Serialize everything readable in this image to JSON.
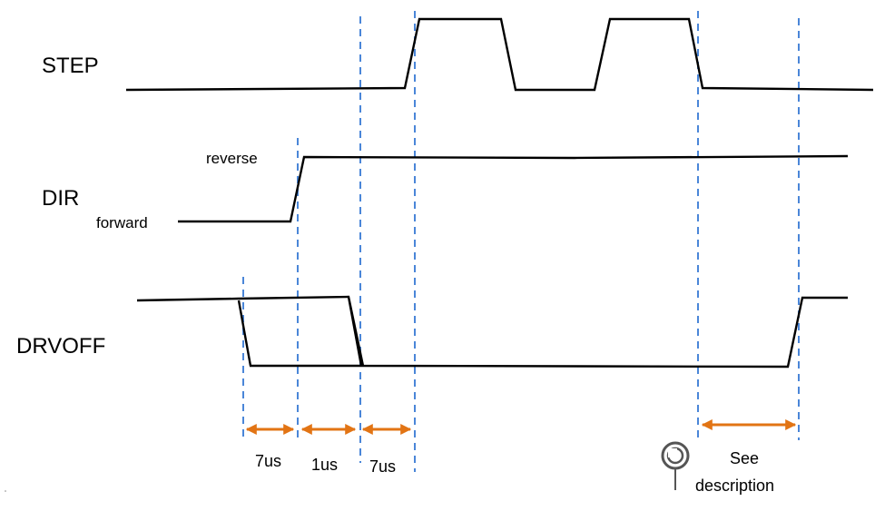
{
  "signals": {
    "step": "STEP",
    "dir": "DIR",
    "drvoff": "DRVOFF"
  },
  "dir_levels": {
    "high": "reverse",
    "low": "forward"
  },
  "timings": {
    "t1": "7us",
    "t2": "1us",
    "t3": "7us",
    "t4_line1": "See",
    "t4_line2": "description"
  },
  "colors": {
    "guide": "#4a86d8",
    "arrow": "#e27414",
    "wave": "#000000"
  },
  "icons": {
    "annotation": "probe-icon"
  }
}
